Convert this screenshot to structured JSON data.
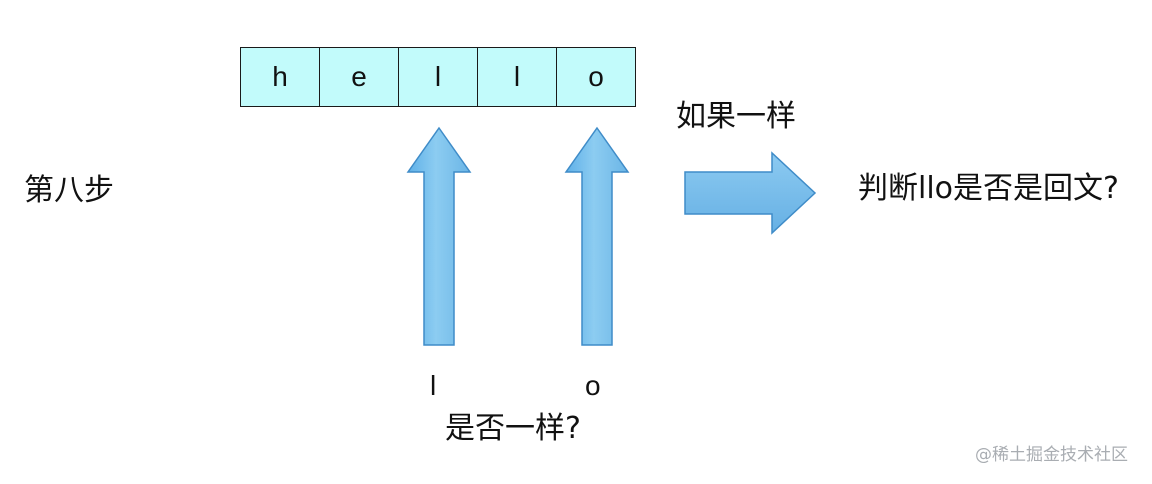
{
  "step_label": "第八步",
  "array": {
    "cells": [
      "h",
      "e",
      "l",
      "l",
      "o"
    ]
  },
  "pointers": {
    "left_char": "l",
    "right_char": "o",
    "question": "是否一样?"
  },
  "flow": {
    "condition": "如果一样",
    "next_question": "判断llo是否是回文?"
  },
  "watermark": "@稀土掘金技术社区",
  "colors": {
    "cell_fill": "#c2fbfb",
    "arrow_fill": "#7fc1ec",
    "arrow_stroke": "#3f8cc8"
  }
}
